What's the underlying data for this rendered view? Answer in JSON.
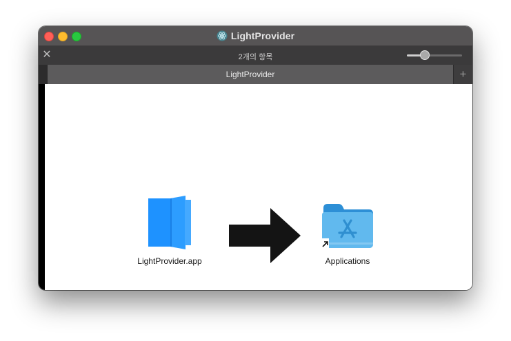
{
  "window": {
    "title": "LightProvider",
    "title_icon": "electron-atom-icon"
  },
  "toolbar": {
    "item_count": "2개의 항목",
    "icon_size_slider_level": 0.33
  },
  "tabs": [
    {
      "label": "LightProvider",
      "active": true
    }
  ],
  "new_tab_label": "+",
  "items": {
    "app": {
      "label": "LightProvider.app",
      "icon": "app-book-icon"
    },
    "applications": {
      "label": "Applications",
      "icon": "applications-folder-alias-icon"
    }
  },
  "instruction_arrow": "drag-arrow-icon",
  "colors": {
    "accent_blue": "#1e92ff",
    "folder_blue": "#61b9ee",
    "titlebar": "#565455",
    "toolbar": "#3b3a3b",
    "arrow": "#141414"
  }
}
